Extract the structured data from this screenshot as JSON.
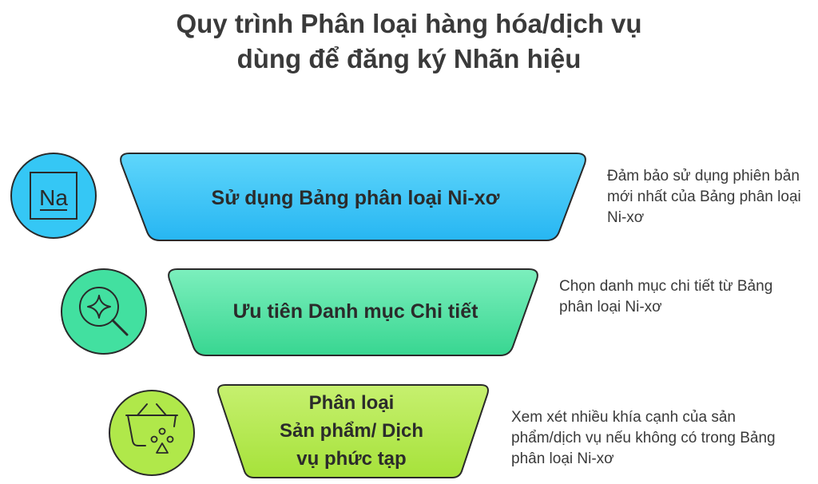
{
  "title": {
    "line1": "Quy trình Phân loại hàng hóa/dịch vụ",
    "line2": "dùng để đăng ký Nhãn hiệu"
  },
  "steps": [
    {
      "label": "Sử dụng Bảng phân loại Ni-xơ",
      "description": "Đảm bảo sử dụng phiên bản mới nhất của Bảng phân loại Ni-xơ",
      "icon": "na-element-icon",
      "icon_text": "Na",
      "color": "#35c7f5"
    },
    {
      "label": "Ưu tiên Danh mục Chi tiết",
      "description": "Chọn danh mục chi tiết từ Bảng phân loại Ni-xơ",
      "icon": "search-sparkle-icon",
      "color": "#42e0a0"
    },
    {
      "label_lines": [
        "Phân loại",
        "Sản phẩm/ Dịch",
        "vụ phức tạp"
      ],
      "description": "Xem xét nhiều khía cạnh của sản phẩm/dịch vụ nếu không có trong Bảng phân loại Ni-xơ",
      "icon": "basket-shapes-icon",
      "color": "#b0e84a"
    }
  ]
}
